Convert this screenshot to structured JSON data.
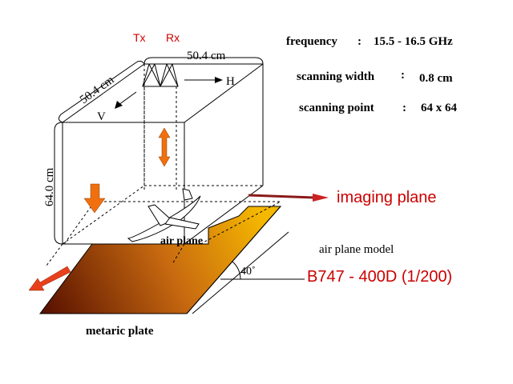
{
  "labels": {
    "tx": "Tx",
    "rx": "Rx",
    "width_top": "50.4  cm",
    "depth_side": "50.4  cm",
    "height_side": "64.0 cm",
    "h_axis": "H",
    "v_axis": "V",
    "air_plane": "air plane",
    "angle": "40˚",
    "metaric_plate": "metaric plate",
    "imaging_plane": "imaging plane",
    "air_plane_model": "air plane model",
    "model_name": "B747 - 400D  (1/200)"
  },
  "params": {
    "frequency_label": "frequency",
    "frequency_sep": ":",
    "frequency_value": "15.5 - 16.5 GHz",
    "scan_width_label": "scanning width",
    "scan_width_sep": ":",
    "scan_width_value": "0.8 cm",
    "scan_point_label": "scanning point",
    "scan_point_sep": ":",
    "scan_point_value": "64 x 64"
  },
  "colors": {
    "red_text": "#cc0000",
    "arrow_orange": "#f07010",
    "arrow_red": "#e8401c",
    "plate_light": "#f5b800",
    "plate_dark": "#6a1a00"
  }
}
